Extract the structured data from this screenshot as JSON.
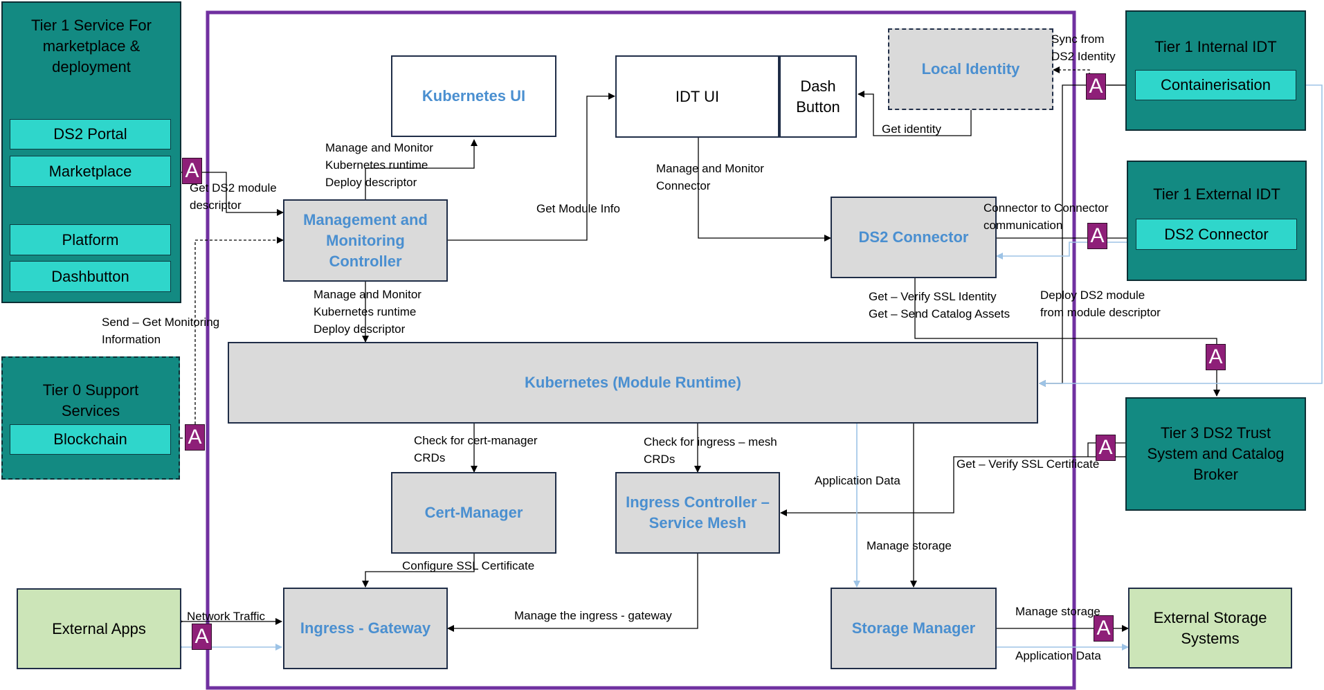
{
  "tier1_service": {
    "title": "Tier 1 Service For marketplace & deployment",
    "items": [
      "DS2 Portal",
      "Marketplace",
      "Platform",
      "Dashbutton"
    ]
  },
  "tier0": {
    "title": "Tier 0 Support Services",
    "item": "Blockchain"
  },
  "external_apps": "External Apps",
  "tier1_internal": {
    "title": "Tier 1 Internal IDT",
    "item": "Containerisation"
  },
  "tier1_external": {
    "title": "Tier 1 External IDT",
    "item": "DS2 Connector"
  },
  "tier3": "Tier 3 DS2 Trust System and Catalog Broker",
  "external_storage": "External Storage Systems",
  "components": {
    "kubernetes_ui": "Kubernetes UI",
    "idt_ui": "IDT UI",
    "dash_button": "Dash Button",
    "local_identity": "Local Identity",
    "mm_controller": "Management and Monitoring Controller",
    "ds2_connector": "DS2 Connector",
    "kube_runtime": "Kubernetes (Module Runtime)",
    "cert_manager": "Cert-Manager",
    "ingress_controller": "Ingress Controller – Service Mesh",
    "ingress_gateway": "Ingress - Gateway",
    "storage_manager": "Storage Manager"
  },
  "labels": {
    "manage_monitor_top": "Manage and Monitor\nKubernetes runtime\nDeploy descriptor",
    "get_ds2_module": "Get DS2 module\ndescriptor",
    "send_get_monitoring": "Send – Get Monitoring\nInformation",
    "manage_monitor_bottom": "Manage and Monitor\nKubernetes runtime\nDeploy descriptor",
    "get_module_info": "Get Module Info",
    "manage_monitor_connector": "Manage and Monitor\nConnector",
    "get_identity": "Get identity",
    "sync_from_ds2": "Sync from\nDS2 Identity",
    "connector_to_connector": "Connector to Connector\ncommunication",
    "verify_ssl_identity": "Get – Verify SSL Identity\nGet – Send Catalog Assets",
    "deploy_ds2_module": "Deploy DS2 module\nfrom module descriptor",
    "check_cert_manager": "Check for cert-manager\nCRDs",
    "check_ingress_mesh": "Check for ingress – mesh\nCRDs",
    "application_data_inner": "Application Data",
    "verify_ssl_certificate": "Get – Verify SSL Certificate",
    "manage_storage_inner": "Manage storage",
    "configure_ssl": "Configure SSL Certificate",
    "manage_ingress_gateway": "Manage the ingress - gateway",
    "network_traffic": "Network Traffic",
    "manage_storage_outer": "Manage storage",
    "application_data_outer": "Application Data"
  },
  "badge_letter": "A",
  "colors": {
    "teal": "#138a82",
    "cyan": "#2fd6cb",
    "purple_frame": "#7030a0",
    "badge": "#8e1f78",
    "grey_box": "#dadada",
    "green_box": "#cce5b8",
    "title_blue": "#4a8fd0",
    "light_blue_line": "#9dc3e6"
  }
}
